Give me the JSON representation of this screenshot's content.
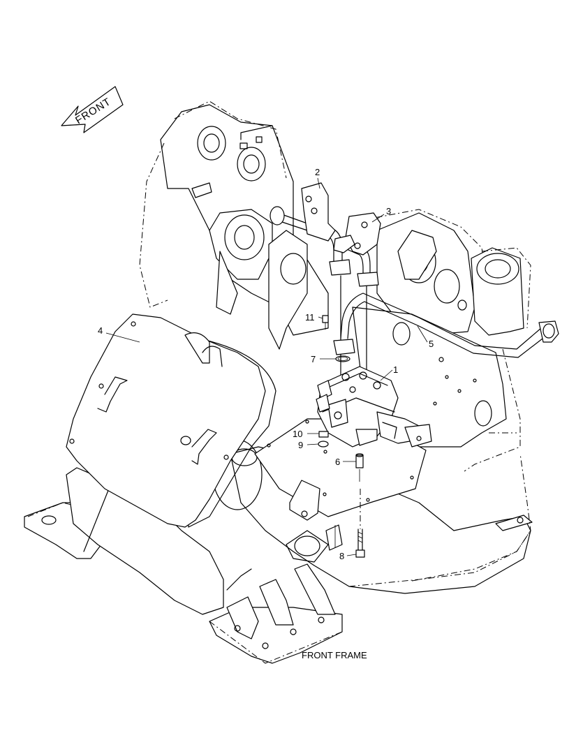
{
  "direction_label": "FRONT",
  "caption": "FRONT FRAME",
  "callouts": [
    "1",
    "2",
    "3",
    "4",
    "5",
    "6",
    "7",
    "8",
    "9",
    "10",
    "11"
  ]
}
